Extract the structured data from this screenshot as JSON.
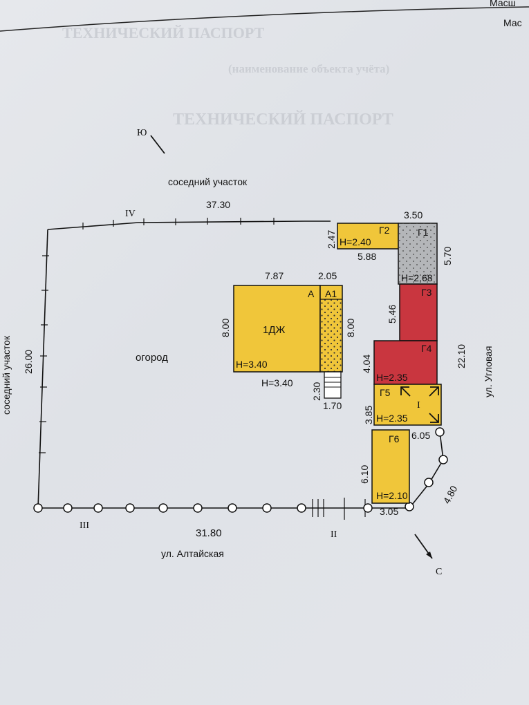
{
  "header": {
    "top_right_line1": "Масш",
    "top_right_line2": "Мас"
  },
  "ghost_text": {
    "line1": "ТЕХНИЧЕСКИЙ ПАСПОРТ",
    "line2": "(наименование объекта учёта)",
    "line3": "ТЕХНИЧЕСКИЙ ПАСПОРТ"
  },
  "plan": {
    "north_mark": "Ю",
    "south_mark": "С",
    "neighbor_top": "соседний участок",
    "neighbor_left": "соседний участок",
    "street_bottom": "ул. Алтайская",
    "street_right": "ул. Угловая",
    "garden": "огород",
    "house_label": "1ДЖ",
    "points": {
      "I": "I",
      "II": "II",
      "III": "III",
      "IV": "IV"
    },
    "dimensions": {
      "top": "37.30",
      "left": "26.00",
      "bottom": "31.80",
      "right": "22.10",
      "corner_diag": "4.80",
      "g2_left": "2.47",
      "g2_bottom": "5.88",
      "g1_top": "3.50",
      "g1_right": "5.70",
      "a_top": "7.87",
      "a1_top": "2.05",
      "a_left": "8.00",
      "a1_right": "8.00",
      "porch_height": "2.30",
      "porch_width": "1.70",
      "g3_left": "5.46",
      "g4_left": "4.04",
      "g5_left": "3.85",
      "g5_right": "6.05",
      "g6_left": "6.10",
      "g6_bottom": "3.05"
    },
    "buildings": {
      "A": {
        "name": "А",
        "height": "Н=3.40"
      },
      "A1": {
        "name": "А1",
        "height": "Н=3.40"
      },
      "G1": {
        "name": "Г1",
        "height": "Н=2.68"
      },
      "G2": {
        "name": "Г2",
        "height": "Н=2.40"
      },
      "G3": {
        "name": "Г3"
      },
      "G4": {
        "name": "Г4",
        "height": "Н=2.35"
      },
      "G5": {
        "name": "Г5",
        "height": "Н=2.35"
      },
      "G6": {
        "name": "Г6",
        "height": "Н=2.10"
      }
    }
  },
  "colors": {
    "residential": "#f0c63a",
    "outbuilding_red": "#c9363f",
    "outbuilding_grey": "#b4b6b9",
    "line": "#111111"
  }
}
